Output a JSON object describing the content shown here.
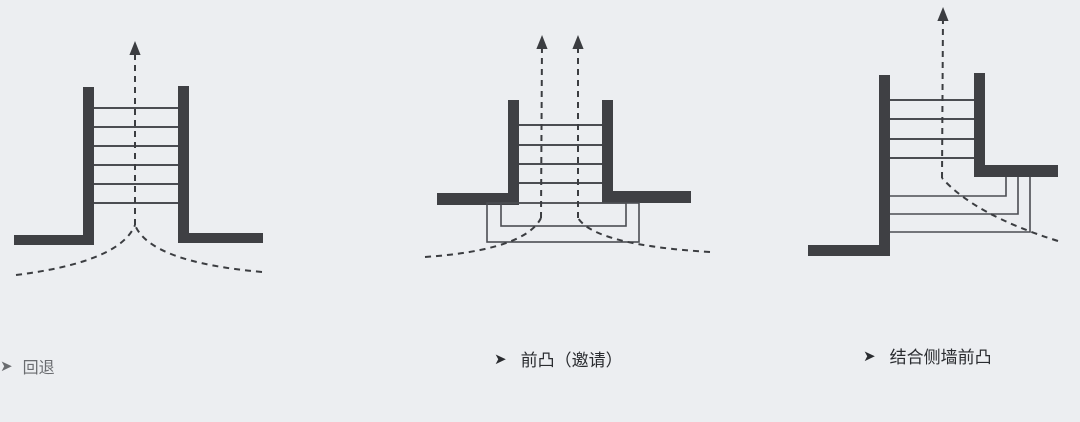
{
  "diagrams": [
    {
      "caption": "回退"
    },
    {
      "caption": "前凸（邀请）"
    },
    {
      "caption": "结合侧墙前凸"
    }
  ],
  "colors": {
    "wall": "#3f4044",
    "line": "#4b4d52",
    "background": "#eceef1"
  },
  "icons": {
    "caption_marker": "arrowhead-right-icon"
  }
}
